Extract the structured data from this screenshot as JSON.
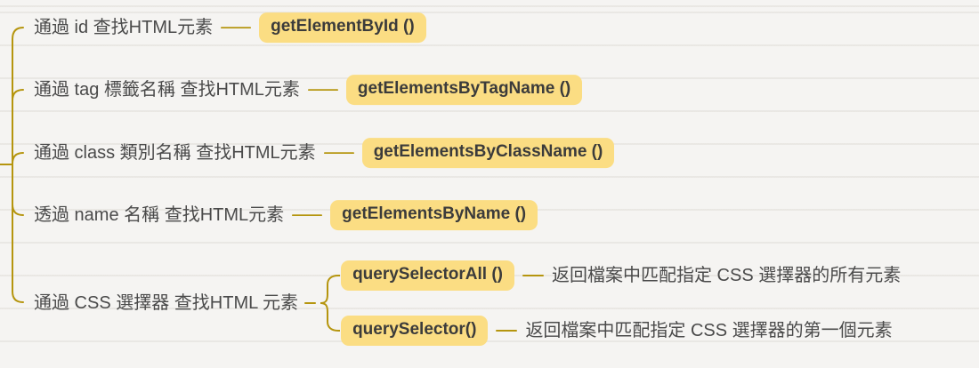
{
  "mindmap": {
    "colors": {
      "background": "#f5f4f2",
      "line": "#b5950e",
      "node_bg": "#fbdd83",
      "node_text": "#3b3b3b",
      "label_text": "#4a4a4a"
    },
    "branches": [
      {
        "label": "通過 id 查找HTML元素",
        "node": "getElementById ()"
      },
      {
        "label": "通過 tag 標籤名稱 查找HTML元素",
        "node": "getElementsByTagName ()"
      },
      {
        "label": "通過 class 類別名稱 查找HTML元素",
        "node": "getElementsByClassName ()"
      },
      {
        "label": "透過 name 名稱 查找HTML元素",
        "node": "getElementsByName ()"
      },
      {
        "label": "通過 CSS 選擇器 查找HTML 元素",
        "children": [
          {
            "node": "querySelectorAll ()",
            "note": "返回檔案中匹配指定 CSS 選擇器的所有元素"
          },
          {
            "node": "querySelector()",
            "note": "返回檔案中匹配指定 CSS 選擇器的第一個元素"
          }
        ]
      }
    ]
  }
}
